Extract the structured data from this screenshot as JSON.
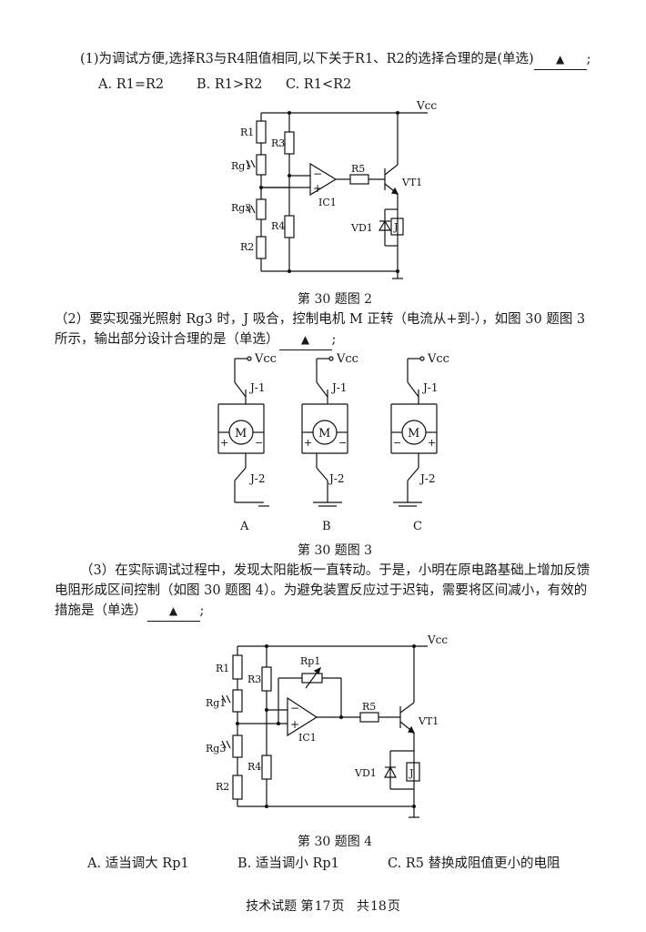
{
  "q1": {
    "text": "(1)为调试方便,选择R3与R4阻值相同,以下关于R1、R2的选择合理的是(单选)",
    "blank": "▲",
    "tail": ";",
    "options": [
      "A. R1=R2",
      "B. R1>R2",
      "C. R1<R2"
    ]
  },
  "fig2": {
    "vcc": "Vcc",
    "r1": "R1",
    "r2": "R2",
    "r3": "R3",
    "r4": "R4",
    "r5": "R5",
    "rg1": "Rg1",
    "rg3": "Rg3",
    "ic": "IC1",
    "vt": "VT1",
    "vd": "VD1",
    "j": "J",
    "minus": "−",
    "plus": "+",
    "caption": "第 30 题图 2"
  },
  "q2": {
    "line1": "（2）要实现强光照射 Rg3 时，J 吸合，控制电机 M 正转（电流从+到-），如图 30 题图 3",
    "line2": "所示，输出部分设计合理的是（单选）",
    "blank": "▲",
    "tail": ";"
  },
  "fig3": {
    "vcc": "Vcc",
    "j1": "J-1",
    "j2": "J-2",
    "motor": "M",
    "plus": "+",
    "minus": "−",
    "labels": [
      "A",
      "B",
      "C"
    ],
    "caption": "第 30 题图 3"
  },
  "q3": {
    "line1": "（3）在实际调试过程中，发现太阳能板一直转动。于是，小明在原电路基础上增加反馈",
    "line2": "电阻形成区间控制（如图 30 题图 4）。为避免装置反应过于迟钝，需要将区间减小，有效的",
    "line3": "措施是（单选）",
    "blank": "▲",
    "tail": ";"
  },
  "fig4": {
    "vcc": "Vcc",
    "r1": "R1",
    "r2": "R2",
    "r3": "R3",
    "r4": "R4",
    "r5": "R5",
    "rg1": "Rg1",
    "rg3": "Rg3",
    "ic": "IC1",
    "vt": "VT1",
    "vd": "VD1",
    "j": "J",
    "rp": "Rp1",
    "minus": "−",
    "plus": "+",
    "caption": "第 30 题图 4"
  },
  "q3_options": [
    "A. 适当调大 Rp1",
    "B. 适当调小 Rp1",
    "C. R5 替换成阻值更小的电阻"
  ],
  "footer": {
    "subject": "技术试题",
    "di": "第",
    "page": "17",
    "ye": "页",
    "gong": "共",
    "total": "18",
    "ye2": "页"
  }
}
